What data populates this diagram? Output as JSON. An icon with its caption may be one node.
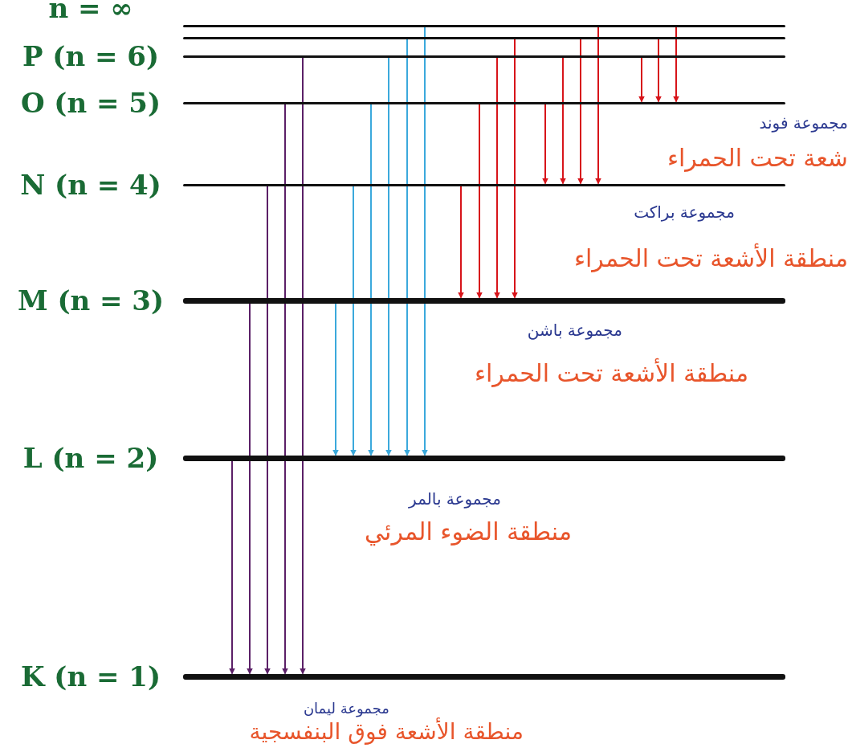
{
  "diagram": {
    "nodes": [
      {
        "text": [
          "n = ∞"
        ]
      },
      {
        "text": [],
        "shape": "bar"
      },
      {
        "text": [
          "P (n = 6)"
        ]
      },
      {
        "text": [
          "O (n = 5)"
        ]
      },
      {
        "text": [
          "N (n = 4)"
        ]
      },
      {
        "text": [
          "M (n = 3)"
        ]
      },
      {
        "text": [
          "L (n = 2)"
        ]
      },
      {
        "text": [
          "K (n = 1)"
        ]
      }
    ],
    "edges": [
      {
        "from": 6,
        "to": 7,
        "arrow": "to",
        "color": "#5b2067"
      },
      {
        "from": 5,
        "to": 7,
        "arrow": "to",
        "color": "#5b2067"
      },
      {
        "from": 4,
        "to": 7,
        "arrow": "to",
        "color": "#5b2067"
      },
      {
        "from": 3,
        "to": 7,
        "arrow": "to",
        "color": "#5b2067"
      },
      {
        "from": 2,
        "to": 7,
        "arrow": "to",
        "color": "#5b2067"
      },
      {
        "from": 5,
        "to": 6,
        "arrow": "to",
        "color": "#3ba9dc"
      },
      {
        "from": 4,
        "to": 6,
        "arrow": "to",
        "color": "#3ba9dc"
      },
      {
        "from": 3,
        "to": 6,
        "arrow": "to",
        "color": "#3ba9dc"
      },
      {
        "from": 2,
        "to": 6,
        "arrow": "to",
        "color": "#3ba9dc"
      },
      {
        "from": 1,
        "to": 6,
        "arrow": "to",
        "color": "#3ba9dc"
      },
      {
        "from": 0,
        "to": 6,
        "arrow": "to",
        "color": "#3ba9dc"
      },
      {
        "from": 4,
        "to": 5,
        "arrow": "to",
        "color": "#d7141a"
      },
      {
        "from": 3,
        "to": 5,
        "arrow": "to",
        "color": "#d7141a"
      },
      {
        "from": 2,
        "to": 5,
        "arrow": "to",
        "color": "#d7141a"
      },
      {
        "from": 1,
        "to": 5,
        "arrow": "to",
        "color": "#d7141a"
      },
      {
        "from": 3,
        "to": 4,
        "arrow": "to",
        "color": "#d7141a"
      },
      {
        "from": 2,
        "to": 4,
        "arrow": "to",
        "color": "#d7141a"
      },
      {
        "from": 1,
        "to": 4,
        "arrow": "to",
        "color": "#d7141a"
      },
      {
        "from": 0,
        "to": 4,
        "arrow": "to",
        "color": "#d7141a"
      },
      {
        "from": 2,
        "to": 3,
        "arrow": "to",
        "color": "#d7141a"
      },
      {
        "from": 1,
        "to": 3,
        "arrow": "to",
        "color": "#d7141a"
      },
      {
        "from": 0,
        "to": 3,
        "arrow": "to",
        "color": "#d7141a"
      }
    ],
    "labels": [
      "مجموعة فوند",
      "شعة تحت الحمراء",
      "مجموعة براكت",
      "منطقة الأشعة تحت الحمراء",
      "مجموعة باشن",
      "منطقة الأشعة تحت الحمراء",
      "مجموعة بالمر",
      "منطقة الضوء المرئي",
      "مجموعة ليمان",
      "منطقة الأشعة فوق البنفسجية"
    ]
  }
}
